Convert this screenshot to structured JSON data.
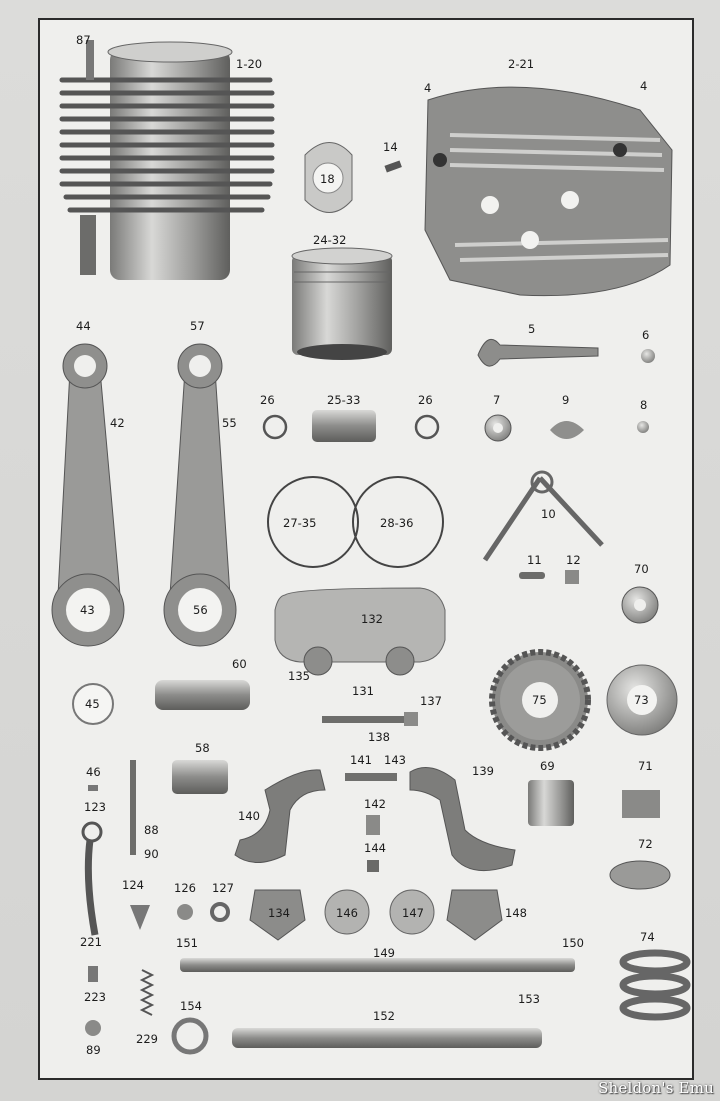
{
  "watermark": "Sheldon's Emu",
  "colors": {
    "plate": "#efefed",
    "ink": "#1c1c1c",
    "metal_dark": "#6f6f6d",
    "metal_mid": "#9d9d9b",
    "metal_light": "#d6d6d4"
  },
  "labels": [
    {
      "id": "87",
      "text": "87"
    },
    {
      "id": "1-20",
      "text": "1-20"
    },
    {
      "id": "2-21",
      "text": "2-21"
    },
    {
      "id": "4a",
      "text": "4"
    },
    {
      "id": "4b",
      "text": "4"
    },
    {
      "id": "14",
      "text": "14"
    },
    {
      "id": "18",
      "text": "18"
    },
    {
      "id": "24-32",
      "text": "24-32"
    },
    {
      "id": "5",
      "text": "5"
    },
    {
      "id": "6",
      "text": "6"
    },
    {
      "id": "44",
      "text": "44"
    },
    {
      "id": "57",
      "text": "57"
    },
    {
      "id": "42",
      "text": "42"
    },
    {
      "id": "55",
      "text": "55"
    },
    {
      "id": "26a",
      "text": "26"
    },
    {
      "id": "25-33",
      "text": "25-33"
    },
    {
      "id": "26b",
      "text": "26"
    },
    {
      "id": "7",
      "text": "7"
    },
    {
      "id": "9",
      "text": "9"
    },
    {
      "id": "8",
      "text": "8"
    },
    {
      "id": "27-35",
      "text": "27-35"
    },
    {
      "id": "28-36",
      "text": "28-36"
    },
    {
      "id": "10",
      "text": "10"
    },
    {
      "id": "11",
      "text": "11"
    },
    {
      "id": "12",
      "text": "12"
    },
    {
      "id": "70",
      "text": "70"
    },
    {
      "id": "43",
      "text": "43"
    },
    {
      "id": "56",
      "text": "56"
    },
    {
      "id": "132",
      "text": "132"
    },
    {
      "id": "135",
      "text": "135"
    },
    {
      "id": "131",
      "text": "131"
    },
    {
      "id": "60",
      "text": "60"
    },
    {
      "id": "75",
      "text": "75"
    },
    {
      "id": "73",
      "text": "73"
    },
    {
      "id": "45",
      "text": "45"
    },
    {
      "id": "137",
      "text": "137"
    },
    {
      "id": "138",
      "text": "138"
    },
    {
      "id": "58",
      "text": "58"
    },
    {
      "id": "141",
      "text": "141"
    },
    {
      "id": "143",
      "text": "143"
    },
    {
      "id": "139",
      "text": "139"
    },
    {
      "id": "69",
      "text": "69"
    },
    {
      "id": "71",
      "text": "71"
    },
    {
      "id": "46",
      "text": "46"
    },
    {
      "id": "123",
      "text": "123"
    },
    {
      "id": "142",
      "text": "142"
    },
    {
      "id": "140",
      "text": "140"
    },
    {
      "id": "88",
      "text": "88"
    },
    {
      "id": "90",
      "text": "90"
    },
    {
      "id": "144",
      "text": "144"
    },
    {
      "id": "72",
      "text": "72"
    },
    {
      "id": "124",
      "text": "124"
    },
    {
      "id": "126",
      "text": "126"
    },
    {
      "id": "127",
      "text": "127"
    },
    {
      "id": "134",
      "text": "134"
    },
    {
      "id": "146",
      "text": "146"
    },
    {
      "id": "147",
      "text": "147"
    },
    {
      "id": "148",
      "text": "148"
    },
    {
      "id": "221",
      "text": "221"
    },
    {
      "id": "151",
      "text": "151"
    },
    {
      "id": "149",
      "text": "149"
    },
    {
      "id": "150",
      "text": "150"
    },
    {
      "id": "74",
      "text": "74"
    },
    {
      "id": "223",
      "text": "223"
    },
    {
      "id": "154",
      "text": "154"
    },
    {
      "id": "152",
      "text": "152"
    },
    {
      "id": "153",
      "text": "153"
    },
    {
      "id": "89",
      "text": "89"
    },
    {
      "id": "229",
      "text": "229"
    }
  ]
}
